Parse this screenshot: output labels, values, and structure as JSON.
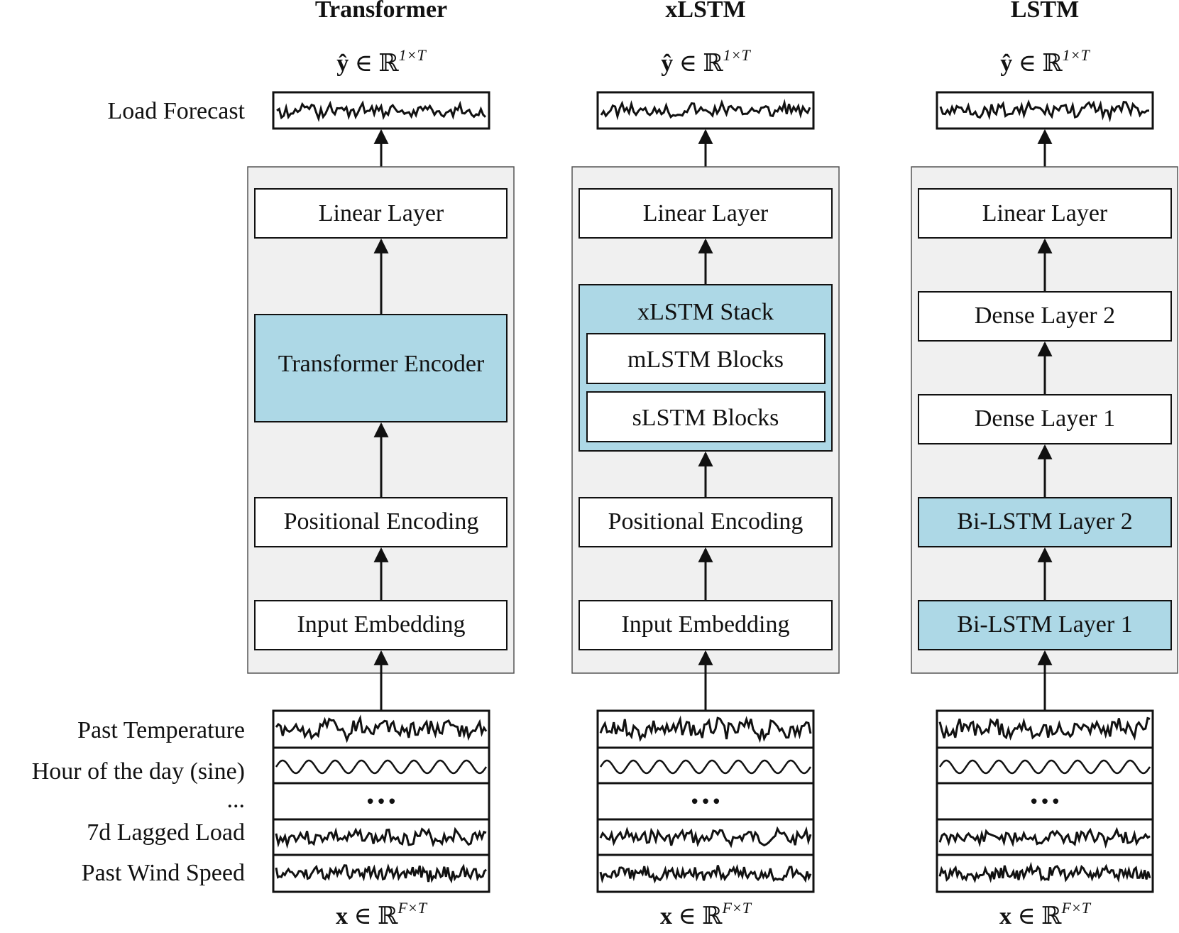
{
  "side_labels": {
    "output": "Load Forecast",
    "inputs": [
      "Past Temperature",
      "Hour of the day (sine)",
      "...",
      "7d Lagged Load",
      "Past Wind Speed"
    ]
  },
  "colors": {
    "panel_fill": "#f0f0f0",
    "highlight_fill": "#add8e6",
    "box_fill": "#ffffff",
    "stroke": "#111111"
  },
  "columns": [
    {
      "title": "Transformer",
      "output_math": {
        "var": "ŷ",
        "rel": " ∈ ℝ",
        "sup": "1×T"
      },
      "input_math": {
        "var": "x",
        "rel": " ∈ ℝ",
        "sup": "F×T"
      },
      "layers": {
        "linear": "Linear Layer",
        "core": "Transformer Encoder",
        "positional": "Positional Encoding",
        "embedding": "Input Embedding"
      }
    },
    {
      "title": "xLSTM",
      "output_math": {
        "var": "ŷ",
        "rel": " ∈ ℝ",
        "sup": "1×T"
      },
      "input_math": {
        "var": "x",
        "rel": " ∈ ℝ",
        "sup": "F×T"
      },
      "layers": {
        "linear": "Linear Layer",
        "stack_title": "xLSTM Stack",
        "stack_top": "mLSTM Blocks",
        "stack_bottom": "sLSTM Blocks",
        "positional": "Positional Encoding",
        "embedding": "Input Embedding"
      }
    },
    {
      "title": "LSTM",
      "output_math": {
        "var": "ŷ",
        "rel": " ∈ ℝ",
        "sup": "1×T"
      },
      "input_math": {
        "var": "x",
        "rel": " ∈ ℝ",
        "sup": "F×T"
      },
      "layers": {
        "linear": "Linear Layer",
        "dense2": "Dense Layer 2",
        "dense1": "Dense Layer 1",
        "bilstm2": "Bi-LSTM Layer 2",
        "bilstm1": "Bi-LSTM Layer 1"
      }
    }
  ],
  "ellipsis": "•••",
  "icons": {
    "signal": "noisy-signal-icon",
    "sine": "sine-wave-icon",
    "arrow": "arrow-up-icon"
  }
}
